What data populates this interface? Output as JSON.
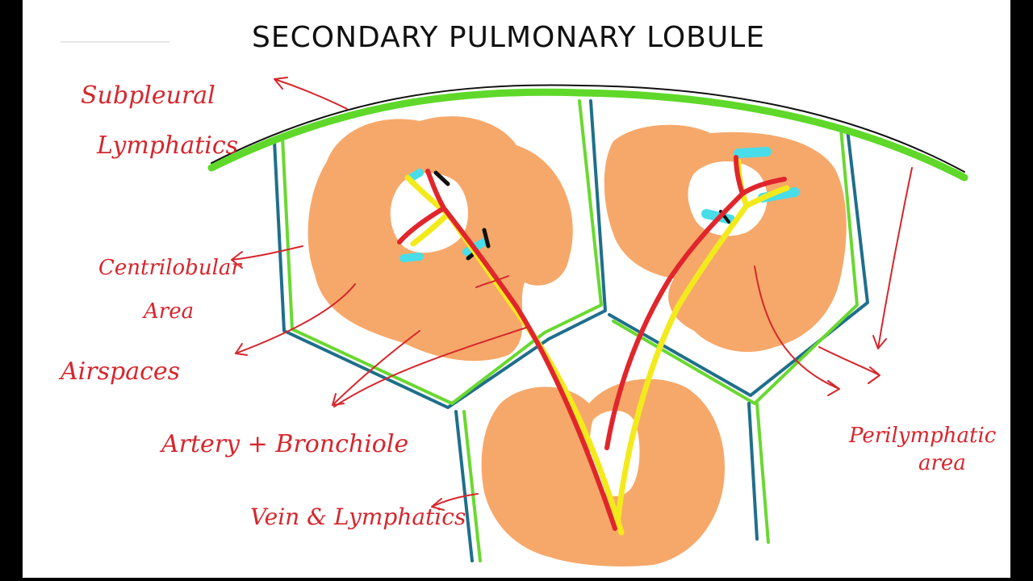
{
  "title": "SECONDARY PULMONARY LOBULE",
  "labels": {
    "subpleural_1": "Subpleural",
    "subpleural_2": "Lymphatics",
    "centrilobular_1": "Centrilobular",
    "centrilobular_2": "Area",
    "airspaces": "Airspaces",
    "artery_bronchiole": "Artery + Bronchiole",
    "vein_lymphatics": "Vein & Lymphatics",
    "perilymphatic_1": "Perilymphatic",
    "perilymphatic_2": "area"
  },
  "colors": {
    "pleura": "#5fd82a",
    "septa_blue": "#1f6f8b",
    "septa_green": "#6ad830",
    "airspace": "#f6a86a",
    "artery": "#e0262c",
    "bronchiole": "#f3ea1c",
    "lumen": "#48dde8",
    "annotation": "#d6262c"
  }
}
